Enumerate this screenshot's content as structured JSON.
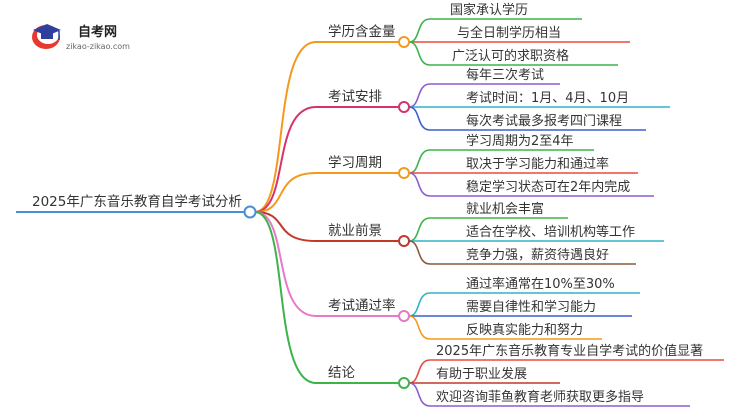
{
  "logo": {
    "title": "自考网",
    "subtitle": "zikao-zikao.com",
    "colors": {
      "cap_dark": "#2f3f9e",
      "cap_red": "#e8392f"
    }
  },
  "root": {
    "label": "2025年广东音乐教育自学考试分析",
    "color": "#4a8fd6"
  },
  "branches": [
    {
      "label": "学历含金量",
      "color": "#f39a1c",
      "leaves": [
        {
          "label": "国家承认学历",
          "color": "#3cb44b"
        },
        {
          "label": "与全日制学历相当",
          "color": "#e84c3d"
        },
        {
          "label": "广泛认可的求职资格",
          "color": "#3cb44b"
        }
      ]
    },
    {
      "label": "考试安排",
      "color": "#d7336b",
      "leaves": [
        {
          "label": "每年三次考试",
          "color": "#8e5bd1"
        },
        {
          "label": "考试时间：1月、4月、10月",
          "color": "#2fb4c8"
        },
        {
          "label": "每次考试最多报考四门课程",
          "color": "#3a5fcd"
        }
      ]
    },
    {
      "label": "学习周期",
      "color": "#f39a1c",
      "leaves": [
        {
          "label": "学习周期为2至4年",
          "color": "#3cb44b"
        },
        {
          "label": "取决于学习能力和通过率",
          "color": "#e84c3d"
        },
        {
          "label": "稳定学习状态可在2年内完成",
          "color": "#8e5bd1"
        }
      ]
    },
    {
      "label": "就业前景",
      "color": "#c0392b",
      "leaves": [
        {
          "label": "就业机会丰富",
          "color": "#3cb44b"
        },
        {
          "label": "适合在学校、培训机构等工作",
          "color": "#2fb4c8"
        },
        {
          "label": "竞争力强，薪资待遇良好",
          "color": "#8b5a3c"
        }
      ]
    },
    {
      "label": "考试通过率",
      "color": "#e878c8",
      "leaves": [
        {
          "label": "通过率通常在10%至30%",
          "color": "#2fb4c8"
        },
        {
          "label": "需要自律性和学习能力",
          "color": "#3a5fcd"
        },
        {
          "label": "反映真实能力和努力",
          "color": "#f39a1c"
        }
      ]
    },
    {
      "label": "结论",
      "color": "#3cb44b",
      "leaves": [
        {
          "label": "2025年广东音乐教育专业自学考试的价值显著",
          "color": "#e84c3d"
        },
        {
          "label": "有助于职业发展",
          "color": "#c0392b"
        },
        {
          "label": "欢迎咨询菲鱼教育老师获取更多指导",
          "color": "#8e5bd1"
        }
      ]
    }
  ]
}
